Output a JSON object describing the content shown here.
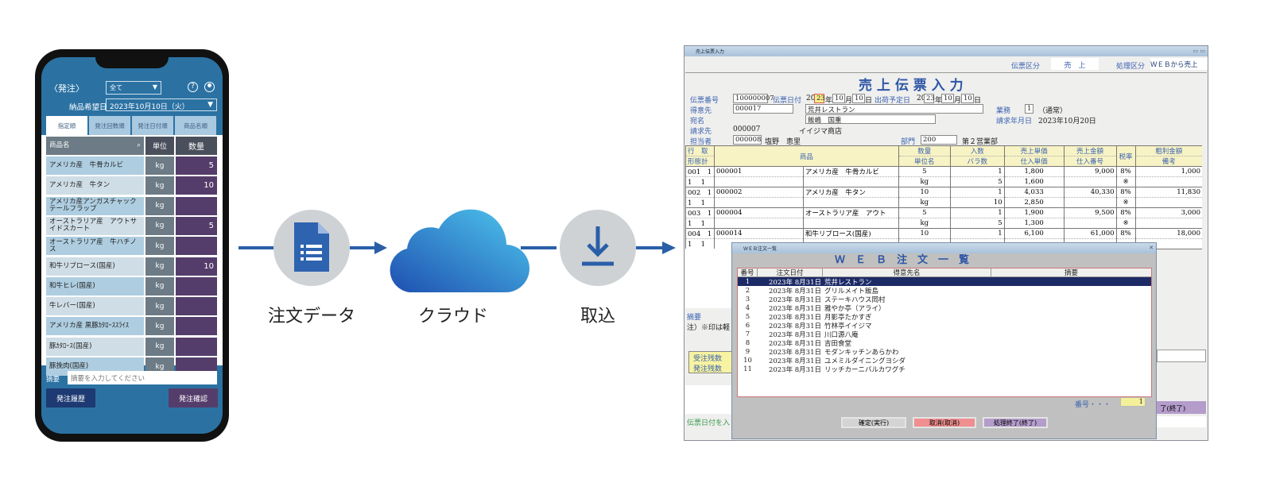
{
  "phone": {
    "back_label": "〈発注〉",
    "filter": "全て",
    "date_label": "納品希望日",
    "date_value": "2023年10月10日（火）",
    "tabs": [
      "指定順",
      "発注回数順",
      "発注日付順",
      "商品名順"
    ],
    "columns": {
      "name": "商品名",
      "unit": "単位",
      "qty": "数量"
    },
    "items": [
      {
        "name": "アメリカ産　牛骨カルビ",
        "unit": "kg",
        "qty": "5"
      },
      {
        "name": "アメリカ産　牛タン",
        "unit": "kg",
        "qty": "10"
      },
      {
        "name": "アメリカ産アンガスチャックテールフラップ",
        "unit": "kg",
        "qty": ""
      },
      {
        "name": "オーストラリア産　アウトサイドスカート",
        "unit": "kg",
        "qty": "5"
      },
      {
        "name": "オーストラリア産　牛ハチノス",
        "unit": "kg",
        "qty": ""
      },
      {
        "name": "和牛リブロース(国産)",
        "unit": "kg",
        "qty": "10"
      },
      {
        "name": "和牛ヒレ(国産)",
        "unit": "kg",
        "qty": ""
      },
      {
        "name": "牛レバー(国産)",
        "unit": "kg",
        "qty": ""
      },
      {
        "name": "アメリカ産 黒豚ｶﾀﾛｰｽｽﾗｲｽ",
        "unit": "kg",
        "qty": ""
      },
      {
        "name": "豚ｶﾀﾛｰｽ(国産)",
        "unit": "kg",
        "qty": ""
      },
      {
        "name": "豚挽肉(国産)",
        "unit": "kg",
        "qty": ""
      }
    ],
    "memo_label": "摘要",
    "memo_placeholder": "摘要を入力してください",
    "history_button": "発注履歴",
    "confirm_button": "発注確認"
  },
  "flow": {
    "step1": "注文データ",
    "step2": "クラウド",
    "step3": "取込"
  },
  "main": {
    "window_title": "売上伝票入力",
    "slip_type_label": "伝票区分",
    "slip_type": "売　上",
    "process_label": "処理区分",
    "process": "ＷＥＢから売上",
    "title": "売 上 伝 票 入 力",
    "slip_no_label": "伝票番号",
    "slip_no": "100000007",
    "slip_date_label": "伝票日付",
    "slip_date_prefix": "20",
    "slip_date_yy": "23",
    "year": "年",
    "slip_month": "10",
    "month": "月",
    "slip_day": "10",
    "day": "日",
    "ship_label": "出荷予定日",
    "ship_prefix": "20",
    "ship_yy": "23",
    "ship_month": "10",
    "ship_day": "10",
    "customer_label": "得意先",
    "customer_code": "000017",
    "customer_name": "荒井レストラン",
    "addressee_label": "宛名",
    "addressee": "飯嶋　国重",
    "billing_label": "請求先",
    "billing_code": "000007",
    "billing_name": "イイジマ商店",
    "staff_label": "担当者",
    "staff_code": "000008",
    "staff_name": "塩野　恵里",
    "dept_label": "部門",
    "dept_code": "200",
    "dept_name": "第２営業部",
    "kind_label": "業務",
    "kind_value": "1",
    "kind_name": "（通常）",
    "bill_date_label": "請求年月日",
    "bill_date": "2023年10月20日",
    "headers": {
      "row": "行　取",
      "row2": "形態計",
      "item": "商品",
      "qty": "数量",
      "unit": "単位名",
      "per": "入数",
      "bara": "バラ数",
      "price": "売上単価",
      "cost": "仕入単価",
      "amount": "売上金額",
      "pur_no": "仕入番号",
      "tax": "税率",
      "profit": "粗利金額",
      "note": "備考"
    },
    "lines": [
      {
        "no": "001　1",
        "code": "000001",
        "name": "アメリカ産　牛骨カルビ",
        "qty": "5",
        "per": "1",
        "price": "1,800",
        "amount": "9,000",
        "tax": "8%",
        "profit": "1,000",
        "sub": "1　 1",
        "unit": "kg",
        "bara": "5",
        "cost": "1,600",
        "mark": "※"
      },
      {
        "no": "002　1",
        "code": "000002",
        "name": "アメリカ産　牛タン",
        "qty": "10",
        "per": "1",
        "price": "4,033",
        "amount": "40,330",
        "tax": "8%",
        "profit": "11,830",
        "sub": "1　 1",
        "unit": "kg",
        "bara": "10",
        "cost": "2,850",
        "mark": "※"
      },
      {
        "no": "003　1",
        "code": "000004",
        "name": "オーストラリア産　アウト",
        "qty": "5",
        "per": "1",
        "price": "1,900",
        "amount": "9,500",
        "tax": "8%",
        "profit": "3,000",
        "sub": "1　 1",
        "unit": "kg",
        "bara": "5",
        "cost": "1,300",
        "mark": "※"
      },
      {
        "no": "004　1",
        "code": "000014",
        "name": "和牛リブロース(国産)",
        "qty": "10",
        "per": "1",
        "price": "6,100",
        "amount": "61,000",
        "tax": "8%",
        "profit": "18,000",
        "sub": "1　 1",
        "unit": "",
        "bara": "",
        "cost": "",
        "mark": ""
      }
    ],
    "memo_label": "摘要",
    "note_text": "注）※印は軽",
    "order_rem": "受注残数",
    "purchase_rem": "発注残数",
    "hint": "伝票日付を入",
    "end_button": "了(終了)"
  },
  "web": {
    "window_title": "ＷＥＢ注文一覧",
    "title": "Ｗ　Ｅ　Ｂ　注　文　一　覧",
    "columns": [
      "番号",
      "注文日付",
      "得意先名",
      "摘要"
    ],
    "rows": [
      {
        "no": "1",
        "date": "2023年 8月31日",
        "name": "荒井レストラン"
      },
      {
        "no": "2",
        "date": "2023年 8月31日",
        "name": "グリルメイト飯島"
      },
      {
        "no": "3",
        "date": "2023年 8月31日",
        "name": "ステーキハウス岡村"
      },
      {
        "no": "4",
        "date": "2023年 8月31日",
        "name": "雅やか亭（アライ）"
      },
      {
        "no": "5",
        "date": "2023年 8月31日",
        "name": "月影亭たかすぎ"
      },
      {
        "no": "6",
        "date": "2023年 8月31日",
        "name": "竹林亭イイジマ"
      },
      {
        "no": "7",
        "date": "2023年 8月31日",
        "name": "川口源八庵"
      },
      {
        "no": "8",
        "date": "2023年 8月31日",
        "name": "吉田食堂"
      },
      {
        "no": "9",
        "date": "2023年 8月31日",
        "name": "モダンキッチンあらかわ"
      },
      {
        "no": "10",
        "date": "2023年 8月31日",
        "name": "ユメミルダイニングヨシダ"
      },
      {
        "no": "11",
        "date": "2023年 8月31日",
        "name": "リッチカーニバルカワグチ"
      }
    ],
    "number_label": "番号・・・",
    "number_value": "1",
    "ok_button": "確定(実行)",
    "cancel_button": "取消(取消)",
    "end_button": "処理終了(終了)"
  },
  "colors": {
    "phone_blue": "#2b72a3",
    "qty_purple": "#553d6b",
    "flow_blue": "#2a5fa8",
    "selected_row": "#1c2a66",
    "header_yellow": "#f7f3c4"
  }
}
